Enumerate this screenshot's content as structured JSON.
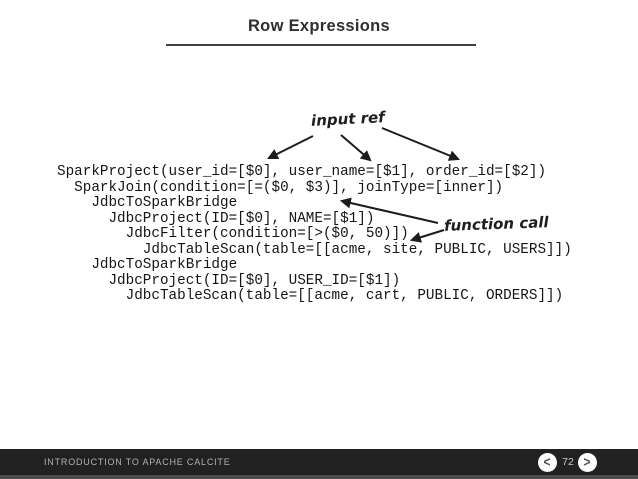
{
  "slide": {
    "title": "Row Expressions",
    "annotations": {
      "input_ref": "input ref",
      "function_call": "function call"
    },
    "code": {
      "lines": [
        "SparkProject(user_id=[$0], user_name=[$1], order_id=[$2])",
        "  SparkJoin(condition=[=($0, $3)], joinType=[inner])",
        "    JdbcToSparkBridge",
        "      JdbcProject(ID=[$0], NAME=[$1])",
        "        JdbcFilter(condition=[>($0, 50)])",
        "          JdbcTableScan(table=[[acme, site, PUBLIC, USERS]])",
        "    JdbcToSparkBridge",
        "      JdbcProject(ID=[$0], USER_ID=[$1])",
        "        JdbcTableScan(table=[[acme, cart, PUBLIC, ORDERS]])"
      ]
    }
  },
  "footer": {
    "deck_title": "INTRODUCTION TO APACHE CALCITE",
    "page_number": "72",
    "prev_icon": "<",
    "next_icon": ">"
  },
  "colors": {
    "ink": "#1c1c1c",
    "footer_bar": "#212121",
    "footer_strip": "#4d4d4d",
    "slide_bg": "#ffffff"
  }
}
